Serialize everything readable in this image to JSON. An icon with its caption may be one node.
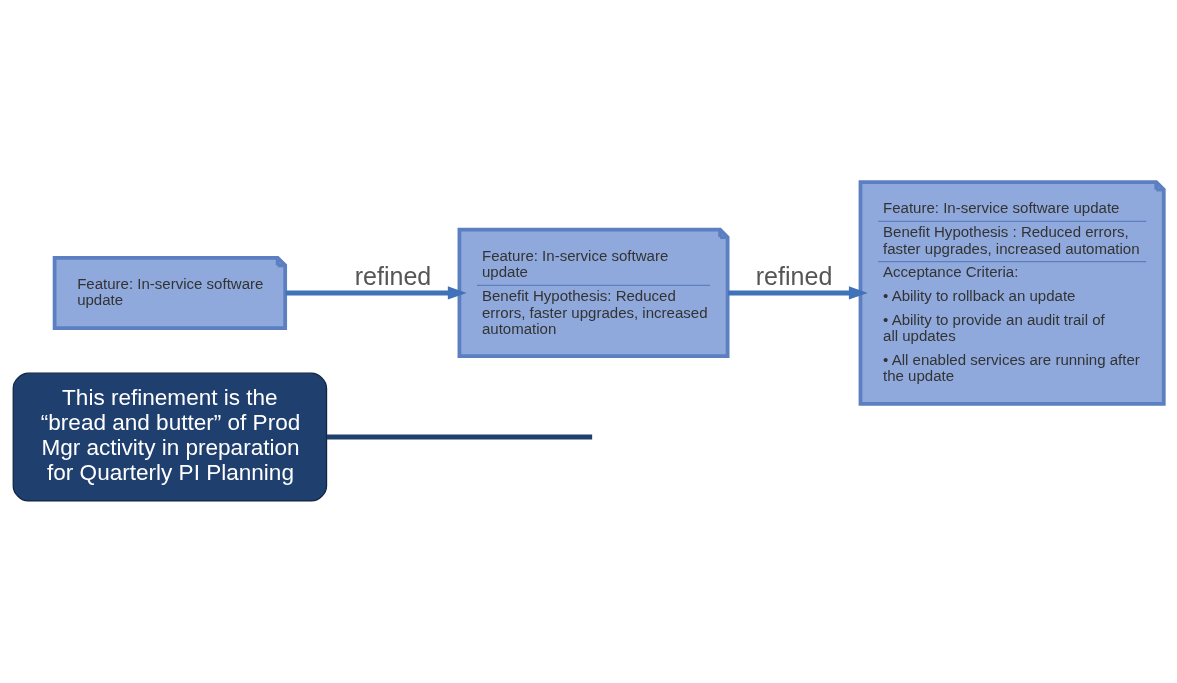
{
  "diagram": {
    "nodes": [
      {
        "text": [
          "This refinement is the “bread and butter” of Prod Mgr activity in preparation for Quarterly PI Planning"
        ]
      },
      {
        "text": [
          "Feature: In-service software update"
        ]
      },
      {
        "text": [
          "Feature: In-service software update",
          "Benefit Hypothesis: Reduced errors, faster upgrades, increased automation"
        ]
      },
      {
        "text": [
          "Feature: In-service software update",
          "Benefit Hypothesis : Reduced errors, faster upgrades, increased automation",
          "Acceptance Criteria:",
          "• Ability to rollback an update",
          "• Ability to provide an audit trail of all updates",
          "• All enabled services are running after the update"
        ]
      }
    ],
    "edges": [
      {
        "from": 0,
        "to": null,
        "arrow": "none",
        "color": "#1f3f6e"
      },
      {
        "from": 1,
        "to": 2,
        "arrow": "to",
        "label": "refined"
      },
      {
        "from": 2,
        "to": 3,
        "arrow": "to",
        "label": "refined"
      }
    ]
  }
}
